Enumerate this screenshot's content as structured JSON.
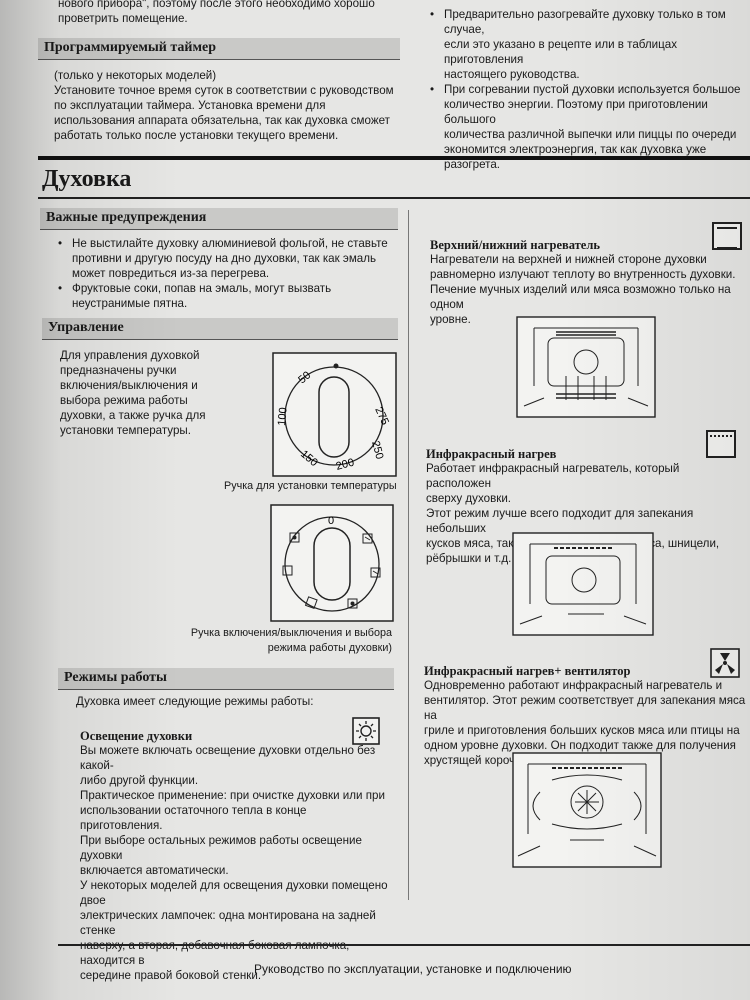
{
  "top_left": {
    "cut_line": "нового прибора\", поэтому после этого необходимо хорошо",
    "cut_line2": "проветрить помещение."
  },
  "timer": {
    "title": "Программируемый таймер",
    "lines": [
      "(только у некоторых моделей)",
      "Установите точное время суток в соответствии с руководством",
      "по эксплуатации таймера. Установка времени для",
      "использования  аппарата обязательна, так как духовка сможет",
      "работать только после установки текущего времени."
    ]
  },
  "top_right": {
    "bullets": [
      {
        "lines": [
          "Предварительно разогревайте духовку только в том случае,",
          "если это указано в рецепте или в таблицах приготовления",
          "настоящего руководства."
        ]
      },
      {
        "lines": [
          "При согревании пустой духовки используется большое",
          "количество энергии. Поэтому при приготовлении большого",
          "количества различной выпечки или пиццы по очереди",
          "экономится электроэнергия, так как духовка уже разогрета."
        ]
      }
    ]
  },
  "main_title": "Духовка",
  "warnings": {
    "title": "Важные предупреждения",
    "bullets": [
      {
        "lines": [
          "Не выстилайте духовку алюминиевой фольгой, не ставьте",
          "противни и другую посуду на дно духовки, так как эмаль",
          "может повредиться из-за перегрева."
        ]
      },
      {
        "lines": [
          "Фруктовые соки, попав на эмаль, могут вызвать",
          "неустранимые пятна."
        ]
      }
    ]
  },
  "control": {
    "title": "Управление",
    "lines": [
      "Для управления духовкой",
      "предназначены ручки",
      "включения/выключения и",
      "выбора режима работы",
      "духовки, а также ручка для",
      "установки температуры."
    ],
    "temp_caption": "Ручка для установки температуры",
    "temp_labels": [
      "50",
      "100",
      "150",
      "200",
      "250",
      "275"
    ],
    "mode_zero": "0",
    "mode_caption_lines": [
      "Ручка включения/выключения и выбора",
      "режима работы духовки)"
    ]
  },
  "modes": {
    "title": "Режимы работы",
    "intro": "Духовка имеет следующие режимы работы:",
    "light": {
      "title": "Освещение духовки",
      "lines": [
        "Вы можете включать освещение духовки отдельно без какой-",
        "либо другой функции.",
        "Практическое применение: при очистке духовки или при",
        "использовании остаточного тепла в конце приготовления.",
        "При выборе остальных режимов работы освещение духовки",
        "включается автоматически.",
        "У некоторых моделей для освещения духовки помещено двое",
        "электрических лампочек: одна монтирована на задней стенке",
        "наверху, а вторая, добавочная боковая лампочка, находится в",
        "середине правой боковой стенки."
      ]
    }
  },
  "right": {
    "upper_lower": {
      "title": "Верхний/нижний нагреватель",
      "lines": [
        "Нагреватели на верхней и нижней стороне духовки",
        "равномерно излучают теплоту во внутренность духовки.",
        "Печение мучных изделий или мяса возможно только на одном",
        "уровне."
      ]
    },
    "infrared": {
      "title": "Инфракрасный нагрев",
      "lines": [
        "Работает инфракрасный нагреватель, который расположен",
        "сверху духовки.",
        "Этот режим лучше всего подходит для запекания небольших",
        "кусков мяса,  таких как бифштексы, колбаса, шницели,",
        "рёбрышки и т.д."
      ]
    },
    "infrared_fan": {
      "title": "Инфракрасный нагрев+ вентилятор",
      "lines": [
        "Одновременно работают инфракрасный нагреватель и",
        "вентилятор. Этот режим соответствует для запекания мяса на",
        "гриле и приготовления больших кусков мяса или птицы на",
        "одном уровне духовки. Он подходит также для получения",
        "хрустящей корочки."
      ]
    }
  },
  "footer": "Руководство по эксплуатации, установке и подключению"
}
